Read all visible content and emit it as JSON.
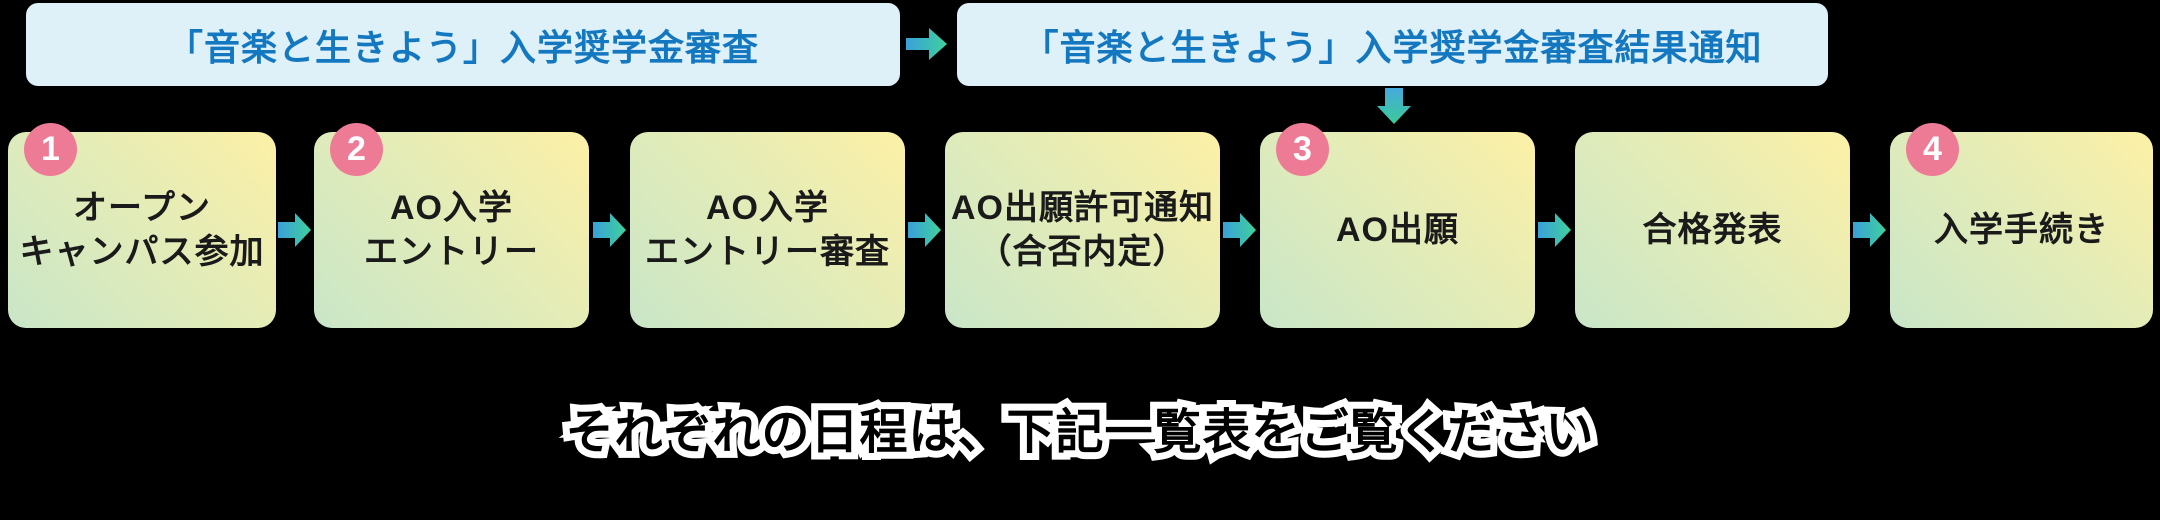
{
  "top_row": {
    "boxes": [
      {
        "label": "「音楽と生きよう」入学奨学金審査"
      },
      {
        "label": "「音楽と生きよう」入学奨学金審査結果通知"
      }
    ]
  },
  "flow": {
    "steps": [
      {
        "number": "1",
        "label": "オープン\nキャンパス参加"
      },
      {
        "number": "2",
        "label": "AO入学\nエントリー"
      },
      {
        "label": "AO入学\nエントリー審査"
      },
      {
        "label": "AO出願許可通知\n（合否内定）"
      },
      {
        "number": "3",
        "label": "AO出願"
      },
      {
        "label": "合格発表"
      },
      {
        "number": "4",
        "label": "入学手続き"
      }
    ]
  },
  "caption": {
    "text": "それぞれの日程は、下記一覧表をご覧ください"
  },
  "colors": {
    "background": "#000000",
    "header_box_bg": "#def0f8",
    "header_text": "#1478c0",
    "step_gradient_start": "#c9e6c8",
    "step_gradient_end": "#fdf0a6",
    "arrow_gradient_start": "#3a9fd9",
    "arrow_gradient_end": "#3fd19d",
    "badge_bg": "#ee7b96",
    "badge_text": "#ffffff",
    "step_text": "#1a1a1a",
    "caption_text": "#000000",
    "caption_outline": "#ffffff"
  }
}
